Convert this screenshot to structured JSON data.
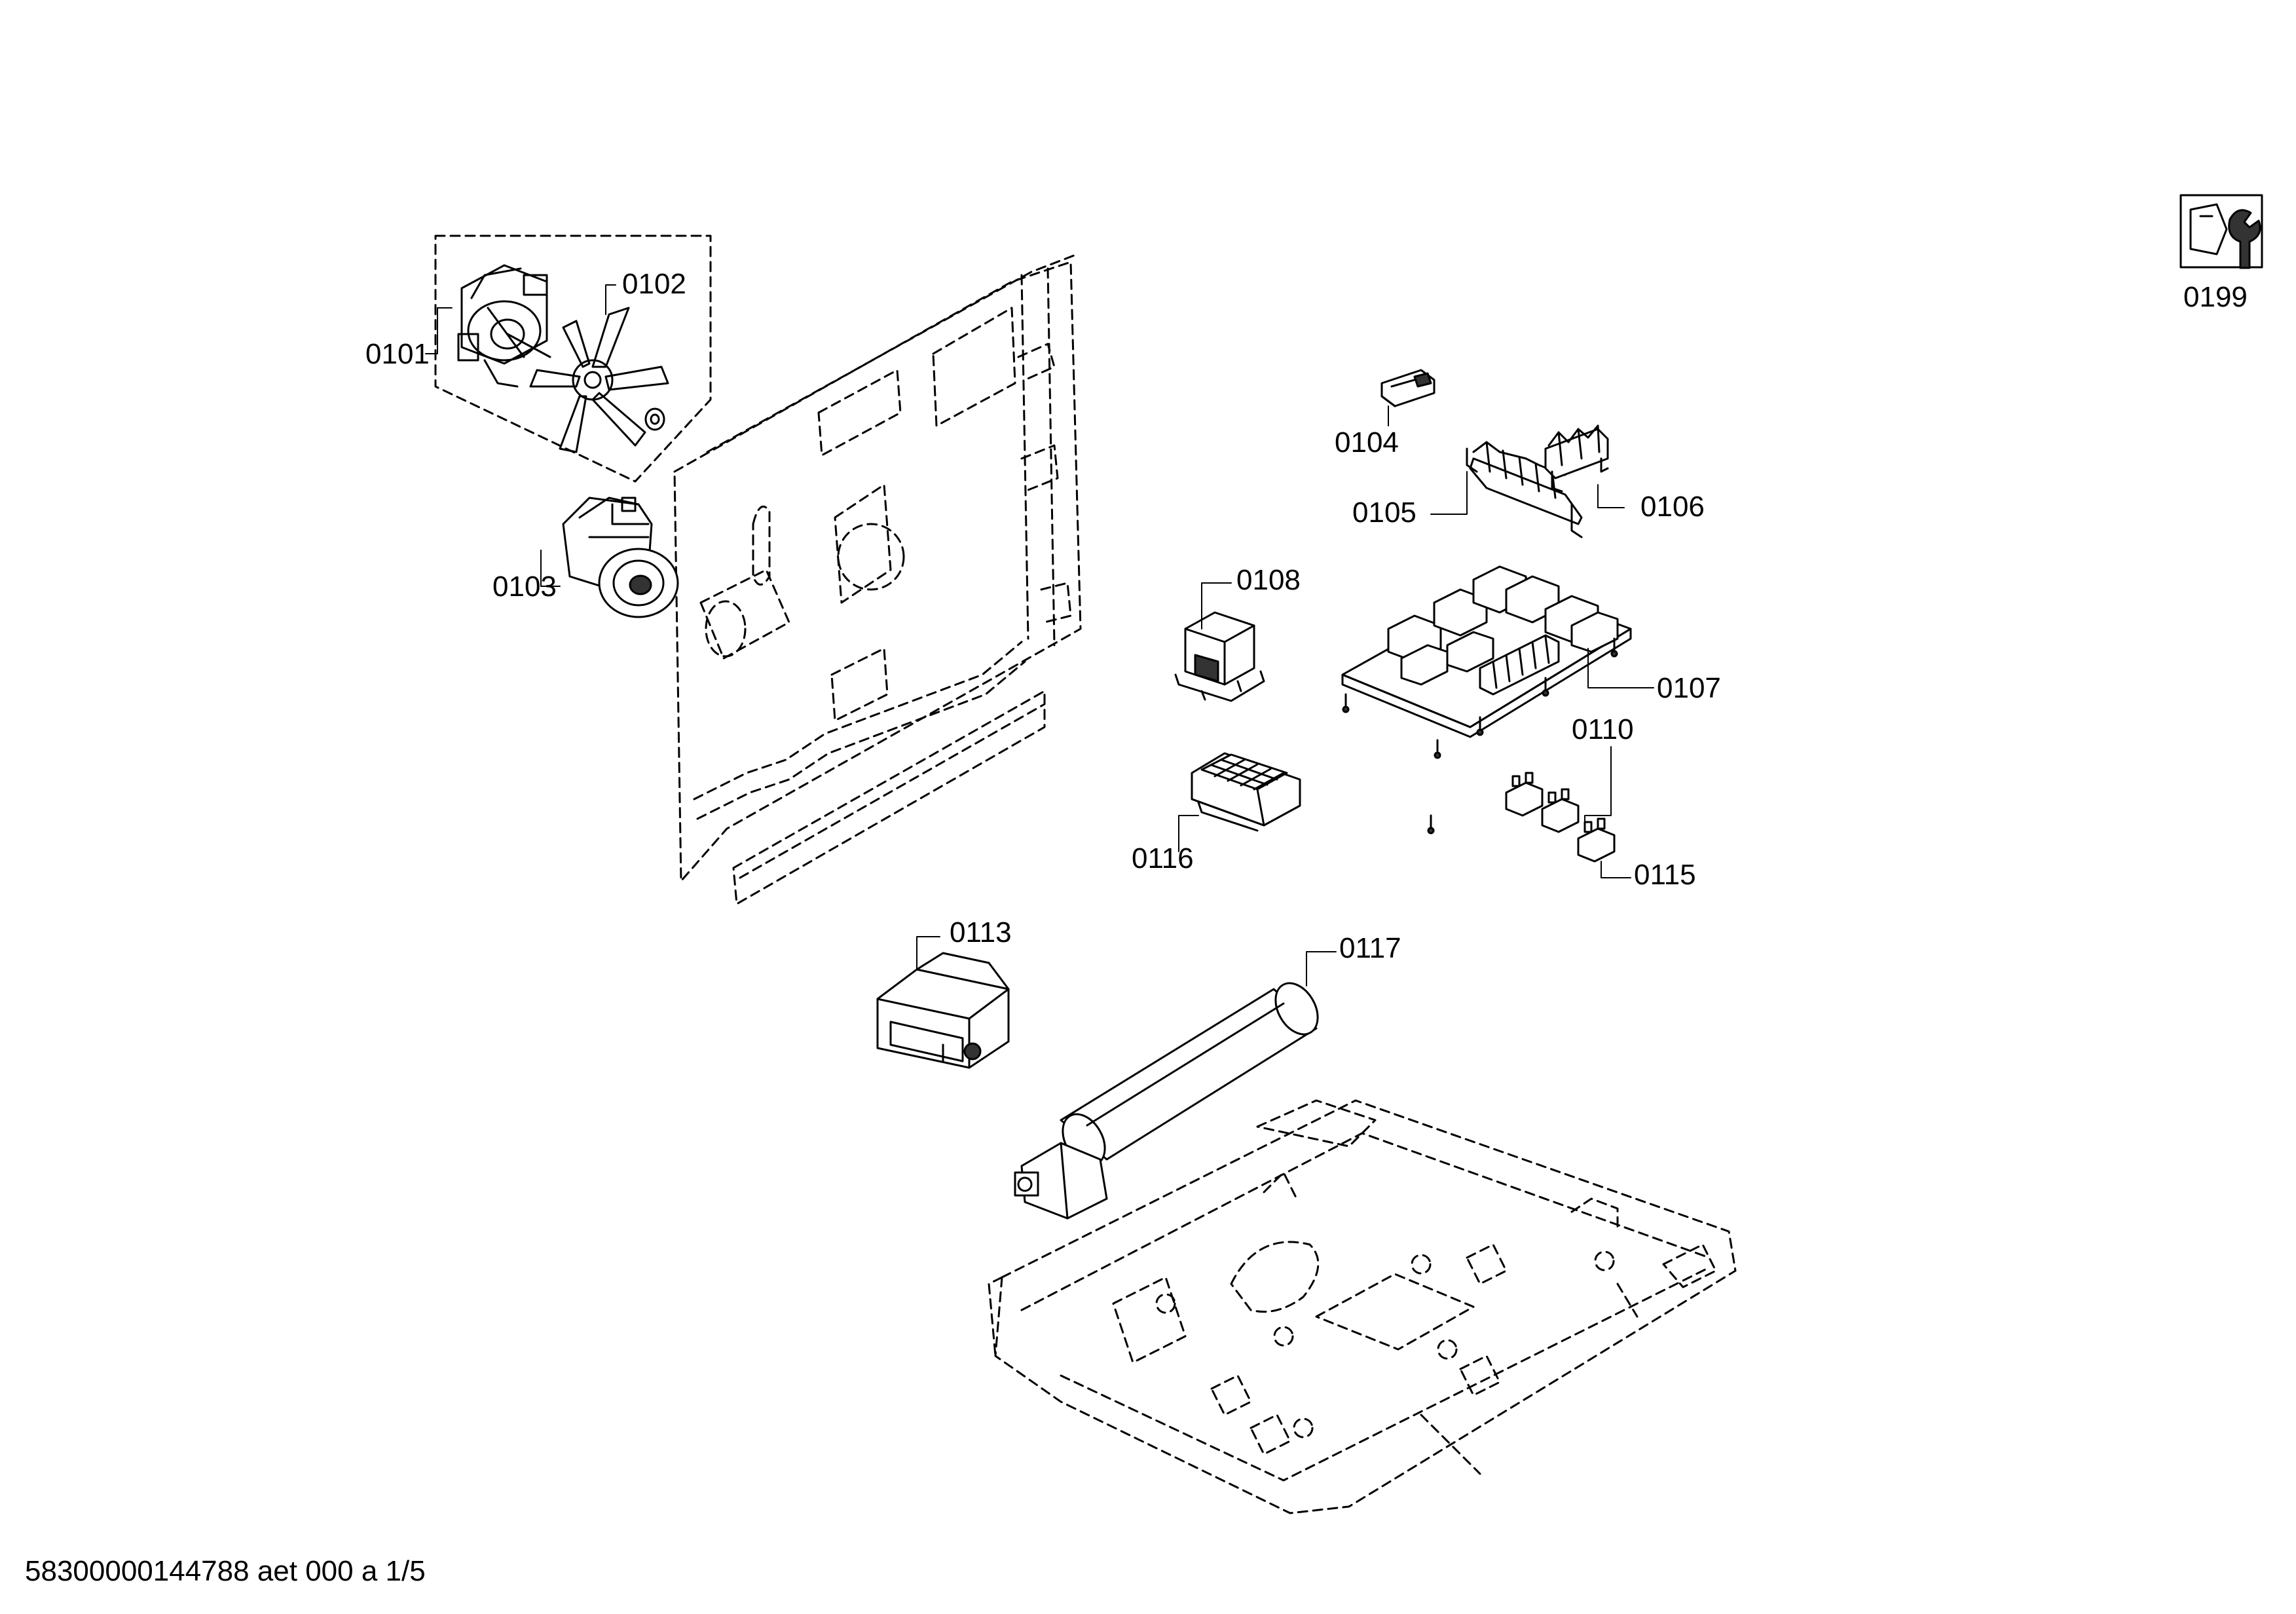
{
  "drawing": {
    "part_labels": {
      "p0101": "0101",
      "p0102": "0102",
      "p0103": "0103",
      "p0104": "0104",
      "p0105": "0105",
      "p0106": "0106",
      "p0107": "0107",
      "p0108": "0108",
      "p0110": "0110",
      "p0113": "0113",
      "p0115": "0115",
      "p0116": "0116",
      "p0117": "0117",
      "p0199": "0199"
    },
    "icons": {
      "service": "wrench-nut-icon"
    }
  },
  "footer": {
    "document_id": "58300000144788 aet 000 a 1/5"
  }
}
